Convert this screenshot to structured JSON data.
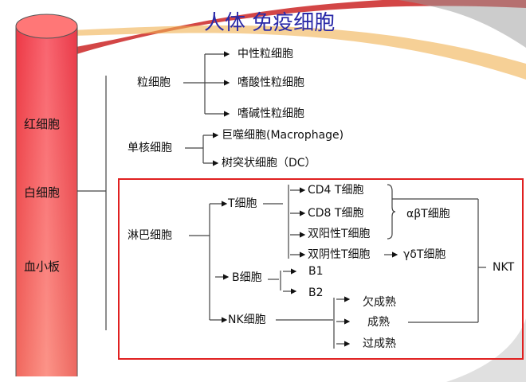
{
  "title": "人体 免疫细胞",
  "blood": [
    "红细胞",
    "白细胞",
    "血小板"
  ],
  "granulocyte": {
    "label": "粒细胞",
    "children": [
      "中性粒细胞",
      "嗜酸性粒细胞",
      "嗜碱性粒细胞"
    ]
  },
  "monocyte": {
    "label": "单核细胞",
    "children": [
      "巨噬细胞(Macrophage)",
      "树突状细胞（DC）"
    ]
  },
  "lymphocyte": {
    "label": "淋巴细胞",
    "t": {
      "label": "T细胞",
      "children": [
        "CD4 T细胞",
        "CD8 T细胞",
        "双阳性T细胞",
        "双阴性T细胞"
      ],
      "ab": "αβT细胞",
      "gd": "γδT细胞"
    },
    "b": {
      "label": "B细胞",
      "children": [
        "B1",
        "B2"
      ]
    },
    "nk": {
      "label": "NK细胞",
      "children": [
        "欠成熟",
        "成熟",
        "过成熟"
      ]
    },
    "nkt": "NKT"
  },
  "colors": {
    "title": "#2a2aa8",
    "box": "#e02020",
    "cylinder": "#f04a55"
  }
}
